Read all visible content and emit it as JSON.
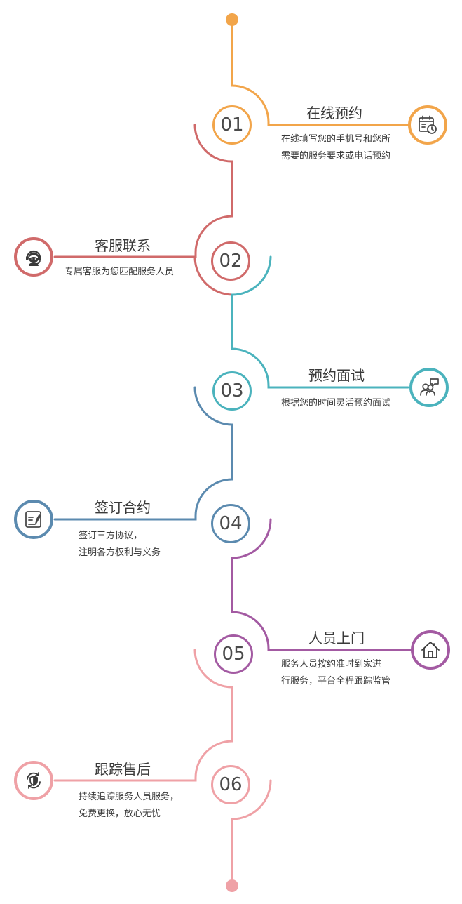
{
  "colors": {
    "step1": "#F2A54A",
    "step2": "#D06A6A",
    "step3": "#4BB3BD",
    "step4": "#5B8AAF",
    "step5": "#A35AA2",
    "step6": "#EFA1A6"
  },
  "steps": [
    {
      "number": "01",
      "title": "在线预约",
      "desc_lines": [
        "在线填写您的手机号和您所",
        "需要的服务要求或电话预约"
      ],
      "icon": "calendar-clock-icon"
    },
    {
      "number": "02",
      "title": "客服联系",
      "desc_lines": [
        "专属客服为您匹配服务人员"
      ],
      "icon": "headset-agent-icon"
    },
    {
      "number": "03",
      "title": "预约面试",
      "desc_lines": [
        "根据您的时间灵活预约面试"
      ],
      "icon": "people-chat-icon"
    },
    {
      "number": "04",
      "title": "签订合约",
      "desc_lines": [
        "签订三方协议，",
        "注明各方权利与义务"
      ],
      "icon": "contract-sign-icon"
    },
    {
      "number": "05",
      "title": "人员上门",
      "desc_lines": [
        "服务人员按约准时到家进",
        "行服务，平台全程跟踪监管"
      ],
      "icon": "house-icon"
    },
    {
      "number": "06",
      "title": "跟踪售后",
      "desc_lines": [
        "持续追踪服务人员服务，",
        "免费更换，放心无忧"
      ],
      "icon": "shield-refresh-icon"
    }
  ]
}
